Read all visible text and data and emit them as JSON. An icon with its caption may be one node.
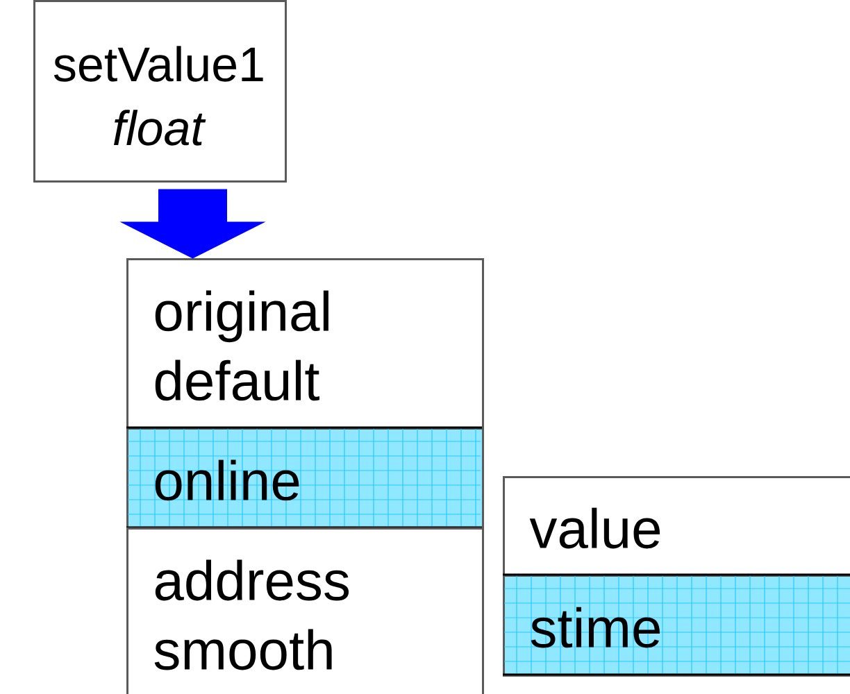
{
  "diagram": {
    "nodes": [
      {
        "text": [
          "setValue1",
          "*float*"
        ]
      },
      {
        "text": [
          "original default"
        ]
      },
      {
        "text": [
          "online"
        ]
      },
      {
        "text": [
          "address smooth"
        ]
      },
      {
        "text": [
          "value"
        ]
      },
      {
        "text": [
          "stime"
        ]
      }
    ],
    "edges": [
      {
        "from": 0,
        "to": 1,
        "arrow": "to",
        "style": "thick",
        "color": "#0000ff"
      }
    ]
  }
}
